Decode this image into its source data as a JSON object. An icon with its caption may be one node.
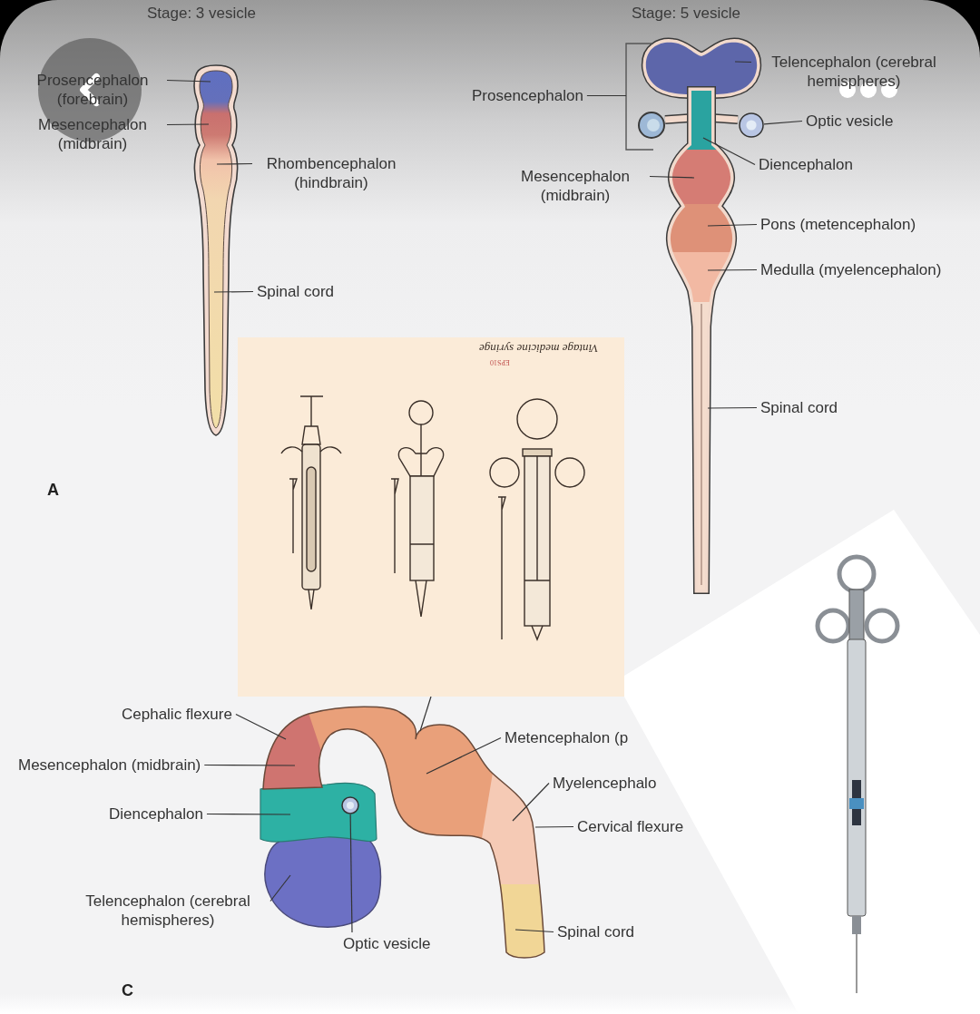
{
  "diagram": {
    "nodes": [
      {
        "text": [
          "Prosencephalon (forebrain)"
        ]
      },
      {
        "text": [
          "Mesencephalon (midbrain)"
        ]
      },
      {
        "text": [
          "Rhombencephalon (hindbrain)"
        ]
      },
      {
        "text": [
          "Spinal cord"
        ]
      },
      {
        "text": [
          "Prosencephalon"
        ]
      },
      {
        "text": [
          "Telencephalon (cerebral hemispheres)"
        ]
      },
      {
        "text": [
          "Optic vesicle"
        ]
      },
      {
        "text": [
          "Diencephalon"
        ]
      },
      {
        "text": [
          "Mesencephalon (midbrain)"
        ]
      },
      {
        "text": [
          "Pons (metencephalon)"
        ]
      },
      {
        "text": [
          "Medulla (myelencephalon)"
        ]
      },
      {
        "text": [
          "Spinal cord"
        ]
      },
      {
        "text": [
          "Cephalic flexure"
        ]
      },
      {
        "text": [
          "Mesencephalon (midbrain)"
        ]
      },
      {
        "text": [
          "Metencephalon (p"
        ]
      },
      {
        "text": [
          "Diencephalon"
        ]
      },
      {
        "text": [
          "Myelencephalo"
        ]
      },
      {
        "text": [
          "Cervical flexure"
        ]
      },
      {
        "text": [
          "Telencephalon (cerebral hemispheres)"
        ]
      },
      {
        "text": [
          "Optic vesicle"
        ]
      },
      {
        "text": [
          "Spinal cord"
        ]
      },
      {
        "text": [],
        "shape": "bracket"
      },
      {
        "text": [],
        "shape": "circle"
      },
      {
        "text": [],
        "shape": "circle"
      }
    ],
    "edges": [
      {
        "from": 0,
        "to": null,
        "arrow": "none"
      },
      {
        "from": 1,
        "to": null,
        "arrow": "none"
      },
      {
        "from": 2,
        "to": null,
        "arrow": "none"
      },
      {
        "from": 3,
        "to": null,
        "arrow": "none"
      },
      {
        "from": 4,
        "to": 21,
        "arrow": "none"
      },
      {
        "from": 5,
        "to": null,
        "arrow": "none"
      },
      {
        "from": 6,
        "to": 22,
        "arrow": "none"
      },
      {
        "from": 7,
        "to": null,
        "arrow": "none"
      },
      {
        "from": 8,
        "to": null,
        "arrow": "none"
      },
      {
        "from": 9,
        "to": null,
        "arrow": "none"
      },
      {
        "from": 10,
        "to": null,
        "arrow": "none"
      },
      {
        "from": 11,
        "to": null,
        "arrow": "none"
      },
      {
        "from": 12,
        "to": null,
        "arrow": "none"
      },
      {
        "from": 13,
        "to": null,
        "arrow": "none"
      },
      {
        "from": 14,
        "to": null,
        "arrow": "none"
      },
      {
        "from": 15,
        "to": null,
        "arrow": "none"
      },
      {
        "from": 16,
        "to": null,
        "arrow": "none"
      },
      {
        "from": 17,
        "to": null,
        "arrow": "none"
      },
      {
        "from": 18,
        "to": null,
        "arrow": "none"
      },
      {
        "from": 19,
        "to": 23,
        "arrow": "none"
      },
      {
        "from": 20,
        "to": null,
        "arrow": "none"
      }
    ],
    "labels": [
      "Stage: 3 vesicle",
      "Stage: 5 vesicle",
      "Vintage medicine syringe",
      "EPS10",
      "A",
      "C"
    ]
  }
}
